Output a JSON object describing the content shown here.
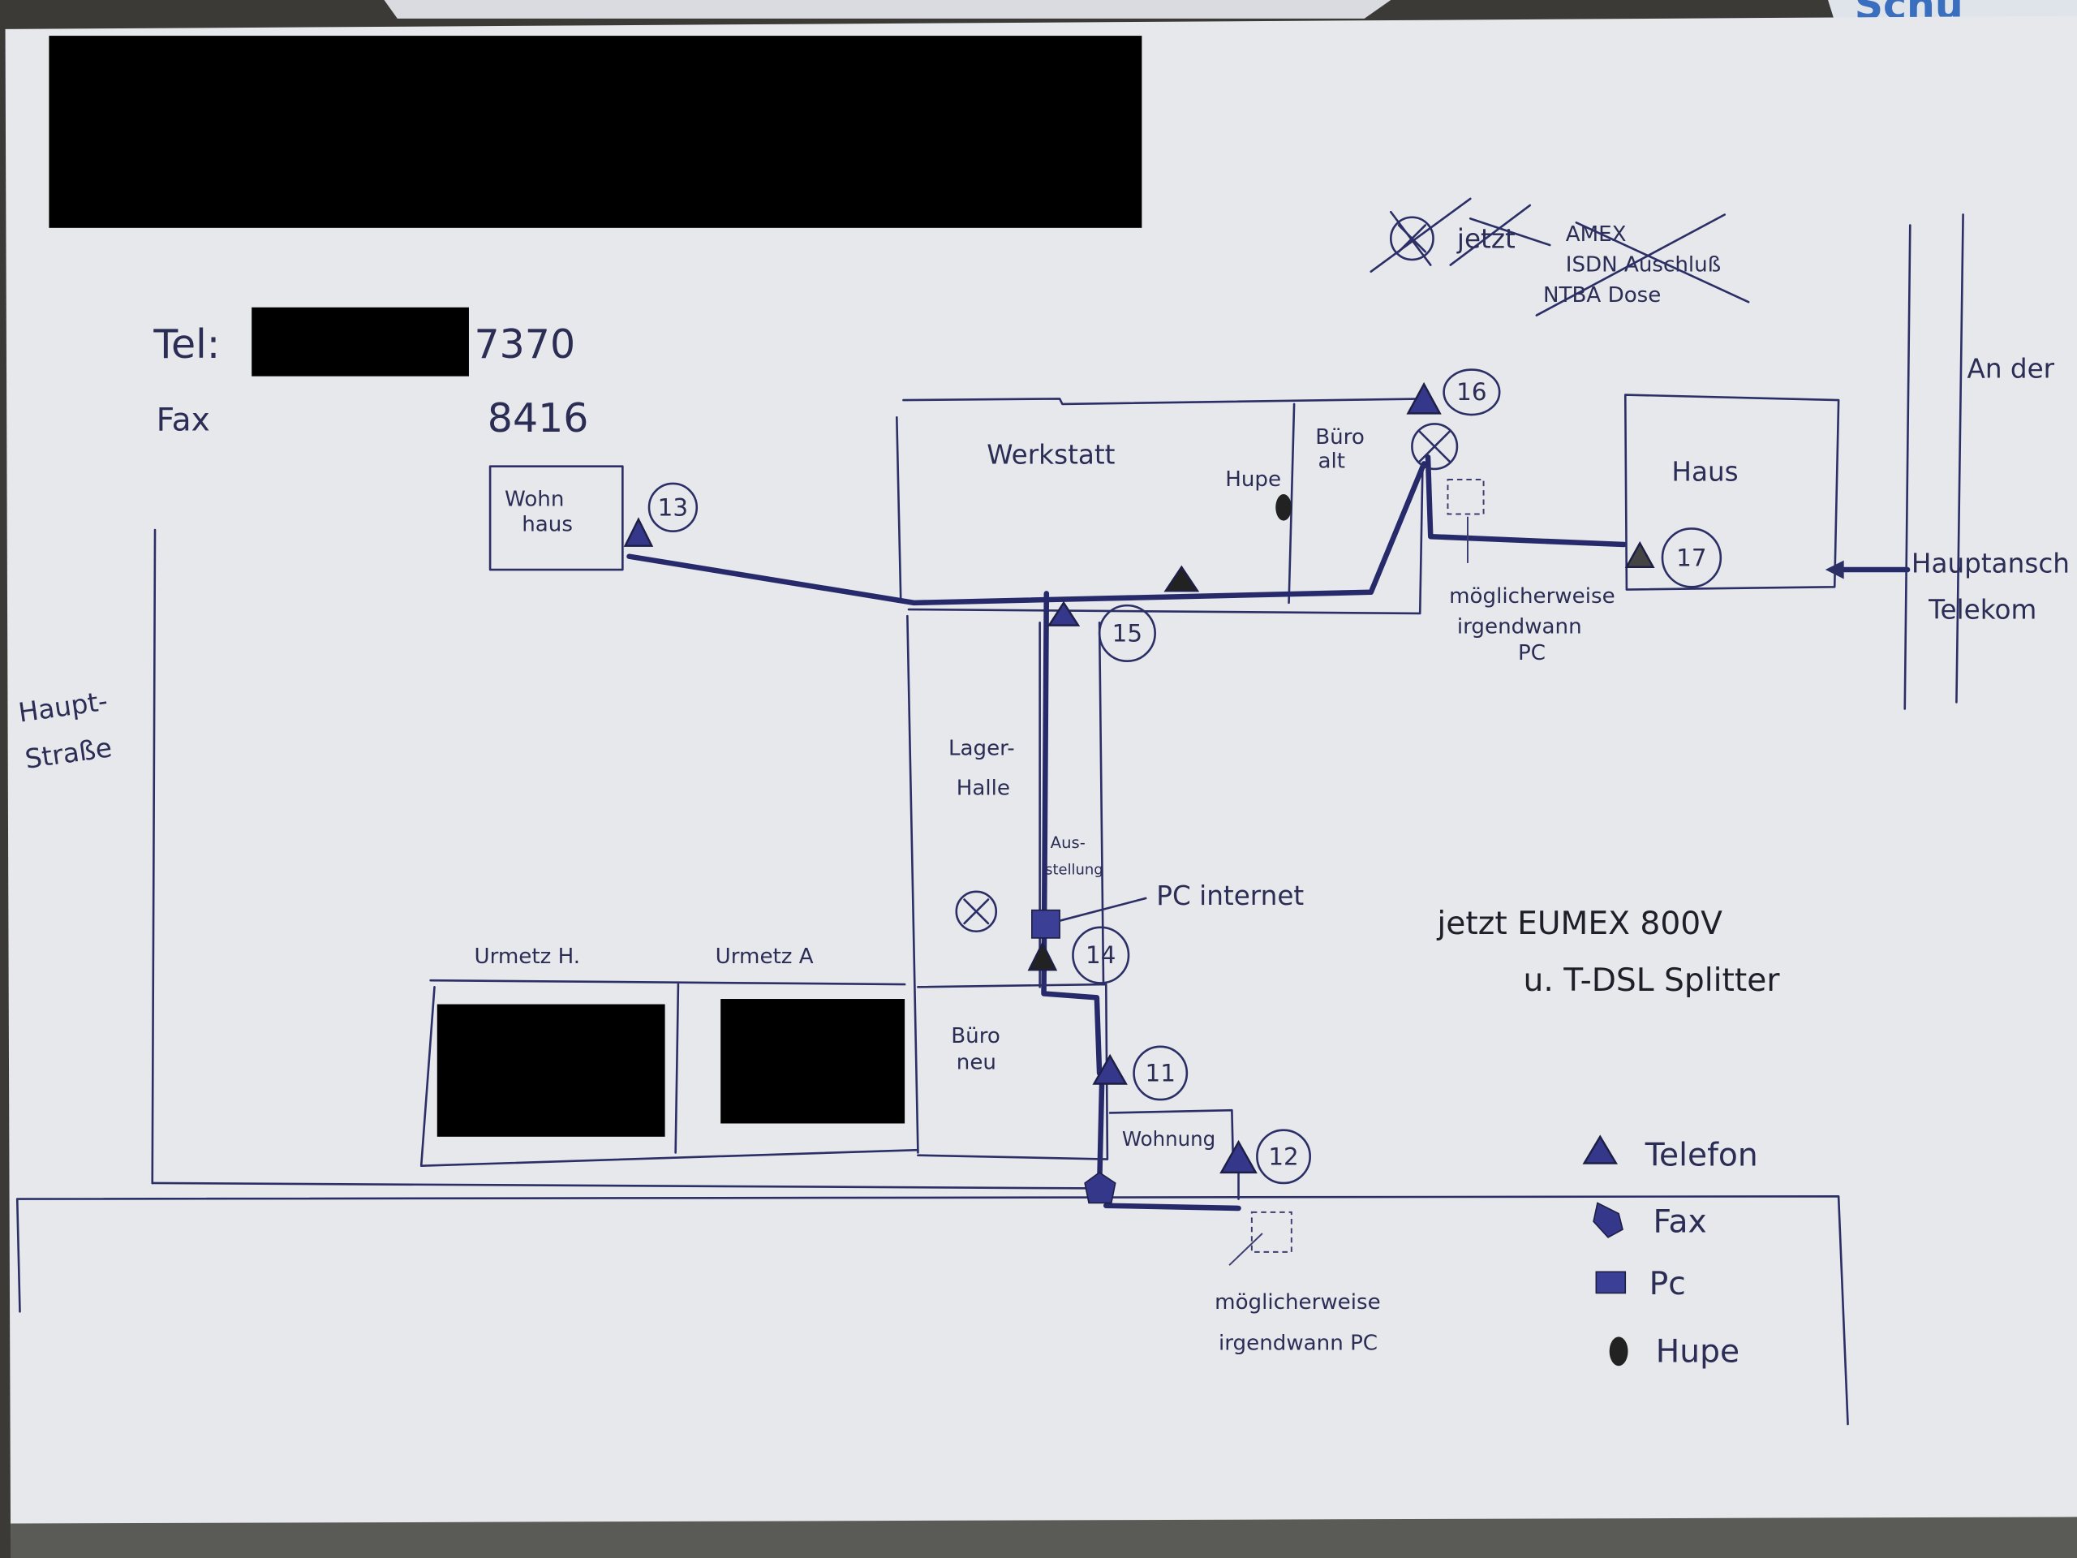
{
  "header": {
    "redacted": true
  },
  "contact": {
    "tel_label": "Tel:",
    "tel_number_suffix": "7370",
    "fax_label": "Fax",
    "fax_number": "8416"
  },
  "streets": {
    "left_line1": "Haupt-",
    "left_line2": "Straße",
    "right_line1": "An der",
    "hauptanschluss_line1": "Hauptansch",
    "hauptanschluss_line2": "Telekom"
  },
  "buildings": {
    "wohnhaus_line1": "Wohn",
    "wohnhaus_line2": "haus",
    "werkstatt": "Werkstatt",
    "hupe": "Hupe",
    "buero_alt_line1": "Büro",
    "buero_alt_line2": "alt",
    "haus": "Haus",
    "lagerhalle_line1": "Lager-",
    "lagerhalle_line2": "Halle",
    "ausstellung_line1": "Aus-",
    "ausstellung_line2": "stellung",
    "buero_neu_line1": "Büro",
    "buero_neu_line2": "neu",
    "wohnung": "Wohnung",
    "urmetz_h": "Urmetz H.",
    "urmetz_a": "Urmetz A"
  },
  "devices": {
    "n11": "11",
    "n12": "12",
    "n13": "13",
    "n14": "14",
    "n15": "15",
    "n16": "16",
    "n17": "17",
    "pc_internet": "PC internet"
  },
  "notes": {
    "maybe_pc_top_line1": "möglicherweise",
    "maybe_pc_top_line2": "irgendwann",
    "maybe_pc_top_line3": "PC",
    "maybe_pc_bottom_line1": "möglicherweise",
    "maybe_pc_bottom_line2": "irgendwann PC",
    "crossed_word": "jetzt",
    "crossed_line1": "AMEX",
    "crossed_line2": "ISDN Auschluß",
    "crossed_line3": "NTBA Dose",
    "current_line1": "jetzt EUMEX 800V",
    "current_line2": "u. T-DSL Splitter"
  },
  "legend": [
    {
      "label": "Telefon",
      "icon": "triangle"
    },
    {
      "label": "Fax",
      "icon": "pentagon"
    },
    {
      "label": "Pc",
      "icon": "square"
    },
    {
      "label": "Hupe",
      "icon": "oval"
    }
  ],
  "colors": {
    "ink": "#2c2f66",
    "paper": "#e6e8ec"
  }
}
